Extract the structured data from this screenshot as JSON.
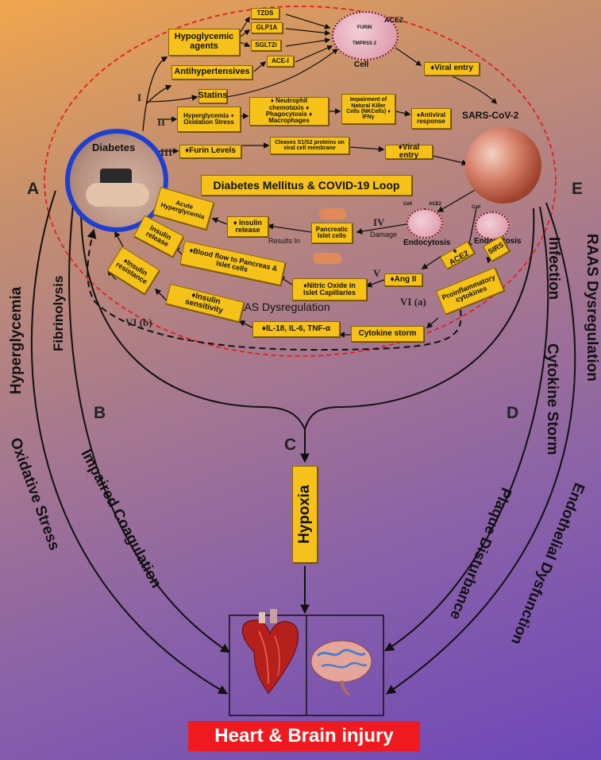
{
  "diagram": {
    "title": "Heart & Brain injury",
    "loop_title": "Diabetes Mellitus & COVID-19 Loop",
    "diabetes_label": "Diabetes",
    "letters": {
      "a": "A",
      "b": "B",
      "c": "C",
      "d": "D",
      "e": "E"
    },
    "romans": {
      "i": "I",
      "ii": "II",
      "iii": "III",
      "iv": "IV",
      "v": "V",
      "vi_a": "VI (a)",
      "vi_b": "VI (b)"
    },
    "path_i": {
      "hypoglycemic": "Hypoglycemic agents",
      "antihypertensives": "Antihypertensives",
      "statins": "Statins",
      "tzds": "TZDS",
      "glp1a": "GLP1A",
      "sglt2i": "SGLT2i",
      "ace_i": "ACE-I",
      "ace2": "ACE2",
      "furin": "FURIN",
      "tmprss2": "TMPRSS 2",
      "cell": "Cell",
      "viral_entry": "♦Viral entry",
      "sars": "SARS-CoV-2"
    },
    "path_ii": {
      "hyperglycemia": "Hyperglycemia + Oxidation Stress",
      "neutrophil": "♦ Neutrophil chemotaxis ♦ Phagocytosis ♦ Macrophages",
      "nk_cells": "Impairment of Natural Killer Cells (NKCells) ♦ IFNγ",
      "antiviral": "♦Antiviral response"
    },
    "path_iii": {
      "furin_levels": "♦Furin Levels",
      "cleaves": "Cleaves S1/S2 proteins on viral cell membrane",
      "viral_entry": "♦Viral entry"
    },
    "path_iv": {
      "acute": "Acute Hyperglycemia",
      "insulin_release": "♦ Insulin release",
      "pancreatic": "Pancreatic Islet cells",
      "results_in": "Results In",
      "damage": "Damage",
      "endocytosis1": "Endocytosis",
      "endocytosis2": "Endocytosis",
      "cell_a": "Cell",
      "cell_b": "Cell",
      "ace2_a": "ACE2"
    },
    "path_v": {
      "insulin_release": "Insulin release",
      "blood_flow": "♦Blood flow to Pancreas & Islet cells",
      "nitric": "♦Nitric Oxide in Islet Capillaries",
      "ang": "♦Ang II",
      "ace2": "♦ ACE2",
      "sirs": "SIRS"
    },
    "path_vi": {
      "insulin_resistance": "♦Insulin resistance",
      "insulin_sensitivity": "♦Insulin sensitivity",
      "raas": "RAAS Dysregulation",
      "il18": "♦IL-18, IL-6, TNF-α",
      "cytokine_storm": "Cytokine storm",
      "proinflammatory": "Proinflammatory cytokines"
    },
    "outer": {
      "hyperglycemia": "Hyperglycemia",
      "fibrinolysis": "Fibrinolysis",
      "oxidative": "Oxidative Stress",
      "impaired": "Impaired Coagulation",
      "hypoxia": "Hypoxia",
      "infection": "Infection",
      "raas": "RAAS Dysregulation",
      "cytokine": "Cytokine Storm",
      "plaque": "Plaque Disturbance",
      "endothelial": "Endothelial Dysfunction"
    },
    "colors": {
      "box": "#f6c21a",
      "title_bg": "#ee1a1f",
      "loop_dash": "#e02020"
    }
  }
}
